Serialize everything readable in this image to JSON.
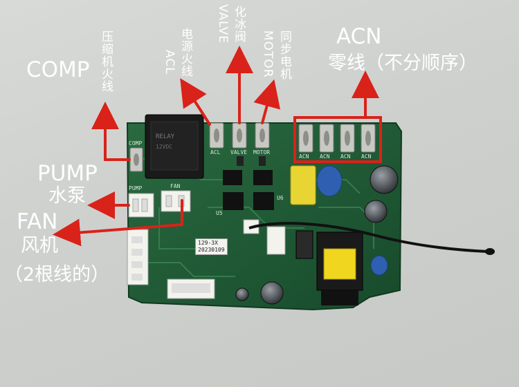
{
  "labels": {
    "comp": "COMP",
    "comp_cn": "压缩机火线",
    "acl_cn": "电源火线",
    "acl": "ACL",
    "valve_cn": "化冰阀",
    "valve": "VALVE",
    "motor_cn": "同步电机",
    "motor": "MOTOR",
    "acn": "ACN",
    "acn_cn": "零线（不分顺序）",
    "pump": "PUMP",
    "pump_cn": "水泵",
    "fan": "FAN",
    "fan_cn": "风机",
    "fan_note": "（2根线的）"
  },
  "board": {
    "silk_comp": "COMP",
    "silk_pump": "PUMP",
    "silk_fan": "FAN",
    "silk_acl": "ACL",
    "silk_valve": "VALVE",
    "silk_motor": "MOTOR",
    "silk_acn1": "ACN",
    "silk_acn2": "ACN",
    "silk_acn3": "ACN",
    "silk_acn4": "ACN",
    "sticker_line1": "129-3X",
    "sticker_line2": "20230109",
    "silk_u6": "U6",
    "silk_u5": "U5"
  },
  "colors": {
    "annotation_text": "#ffffff",
    "arrow": "#d9221a",
    "highlight_box": "#d9221a",
    "pcb": "#1f5a36"
  }
}
